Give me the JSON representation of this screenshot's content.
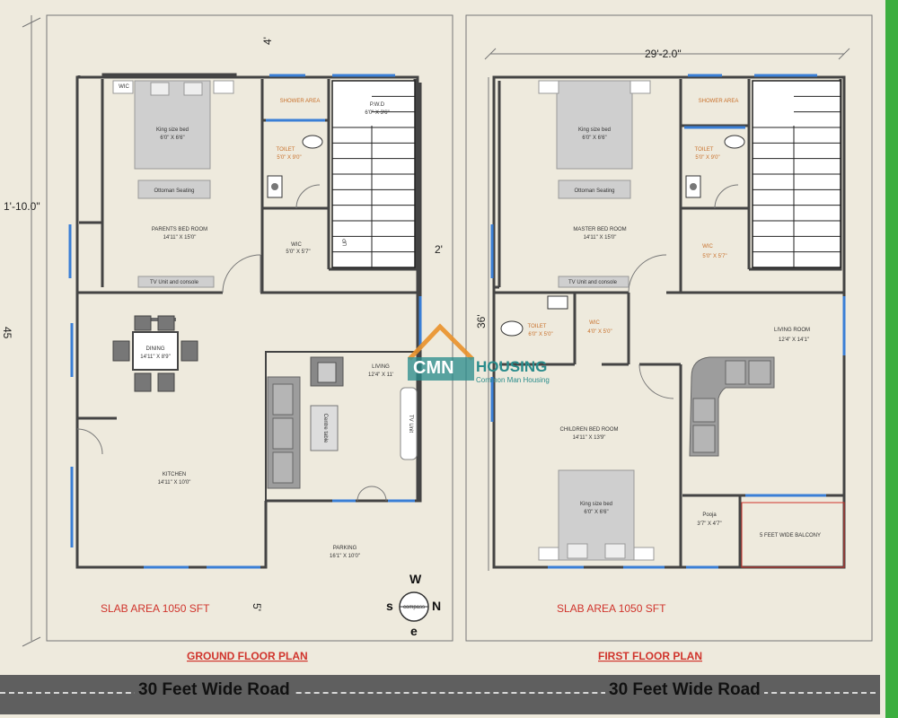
{
  "ground_floor": {
    "title": "GROUND FLOOR PLAN",
    "slab_area": "SLAB AREA 1050 SFT",
    "dimensions": {
      "left": "1'-10.0\"",
      "top": "4'",
      "right": "2'",
      "bottom": "5'",
      "height": "45"
    },
    "rooms": {
      "wic": "WIC",
      "parents_bed": {
        "name": "PARENTS BED ROOM",
        "size": "14'11\" X 15'0\""
      },
      "bed": {
        "name": "King size bed",
        "size": "6'0\" X 6'6\""
      },
      "ottoman": "Ottoman Seating",
      "tv_unit": "TV Unit and console",
      "shower": "SHOWER AREA",
      "toilet": {
        "name": "TOILET",
        "size": "5'0\" X 9'0\""
      },
      "wic_size": {
        "name": "WIC",
        "size": "5'0\" X 5'7\""
      },
      "pwd": {
        "name": "P.W.D",
        "size": "6'0\" X 3'6\""
      },
      "dining": {
        "name": "DINING",
        "size": "14'11\" X 8'9\""
      },
      "kitchen": {
        "name": "KITCHEN",
        "size": "14'11\" X 10'0\""
      },
      "living": {
        "name": "LIVING",
        "size": "12'4\" X 11'"
      },
      "centre_table": "Centre table",
      "tv_unit_living": "TV Unit",
      "parking": {
        "name": "PARKING",
        "size": "16'1\" X 10'0\""
      },
      "up": "UP"
    },
    "compass": {
      "n": "N",
      "s": "s",
      "e": "e",
      "w": "W",
      "center": "compass"
    }
  },
  "first_floor": {
    "title": "FIRST FLOOR PLAN",
    "slab_area": "SLAB AREA 1050 SFT",
    "dimensions": {
      "top": "29'-2.0\"",
      "left": "36'"
    },
    "rooms": {
      "bed": {
        "name": "King size bed",
        "size": "6'0\" X 6'6\""
      },
      "ottoman": "Ottoman Seating",
      "master_bed": {
        "name": "MASTER BED ROOM",
        "size": "14'11\" X 15'0\""
      },
      "tv_unit": "TV Unit and console",
      "shower": "SHOWER AREA",
      "toilet": {
        "name": "TOILET",
        "size": "5'0\" X 9'0\""
      },
      "wic": {
        "name": "WIC",
        "size": "5'0\" X 5'7\""
      },
      "toilet2": {
        "name": "TOILET",
        "size": "6'0\" X 5'0\""
      },
      "wic2": {
        "name": "WIC",
        "size": "4'0\" X 5'0\""
      },
      "living": {
        "name": "LIVING ROOM",
        "size": "12'4\" X 14'1\""
      },
      "children_bed": {
        "name": "CHILDREN BED ROOM",
        "size": "14'11\" X 13'9\""
      },
      "bed2": {
        "name": "King size bed",
        "size": "6'0\" X 6'6\""
      },
      "pooja": {
        "name": "Pooja",
        "size": "3'7\" X 4'7\""
      },
      "balcony": "5 FEET WIDE BALCONY"
    }
  },
  "watermark": {
    "brand": "CMN",
    "brand2": "HOUSING",
    "tagline": "Common Man Housing"
  },
  "road": {
    "left": "30 Feet Wide Road",
    "right": "30 Feet Wide Road"
  },
  "colors": {
    "wall": "#444444",
    "window": "#3a7fd6",
    "furniture": "#c9c9c9",
    "sofa": "#9a9a9a",
    "label_red": "#d0342c",
    "road": "#5f5f5f",
    "watermark_orange": "#e9912a",
    "watermark_teal": "#2a8c8c"
  }
}
